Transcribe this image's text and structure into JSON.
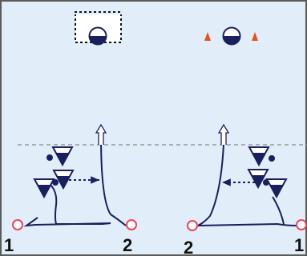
{
  "colors": {
    "field": "#e1eef9",
    "border": "#5b5b5b",
    "navy": "#1a1f5e",
    "cone": "#e8501e",
    "marker": "#e8475a",
    "midline": "#9a9a9a"
  },
  "drill_left": {
    "start_marker": {
      "number": "1"
    },
    "end_marker": {
      "number": "2"
    }
  },
  "drill_right": {
    "start_marker": {
      "number": "2"
    },
    "end_marker": {
      "number": "1"
    }
  },
  "icons": [
    "goalkeeper-icon",
    "player-icon",
    "ball-icon",
    "cone-icon",
    "marker-icon",
    "arrow-icon"
  ]
}
